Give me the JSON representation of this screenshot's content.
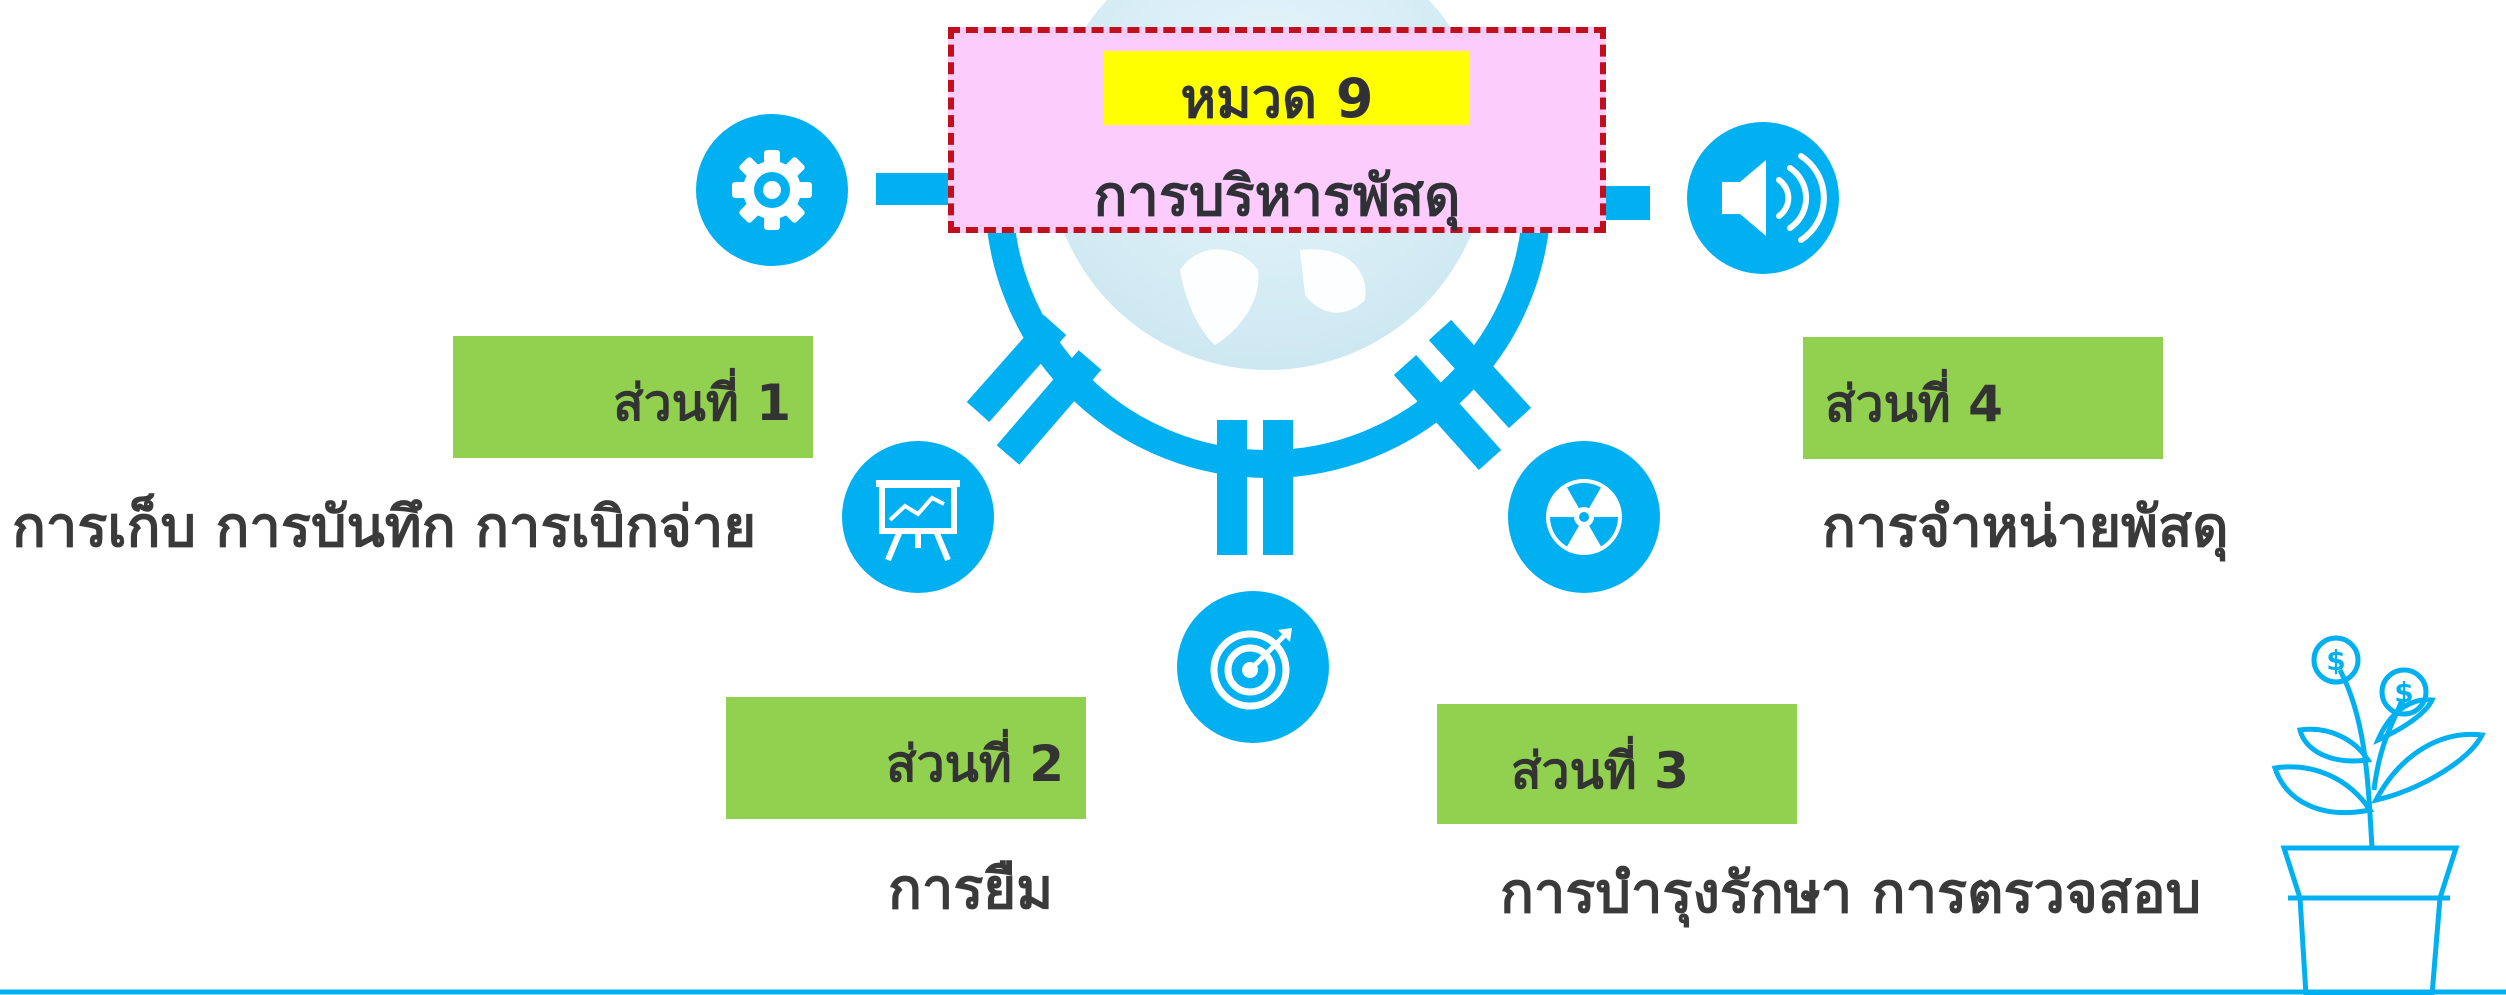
{
  "title": {
    "chapter": "หมวด 9",
    "name": "การบริหารพัสดุ"
  },
  "sections": [
    {
      "label": "ส่วนที่ 1",
      "description": "การเก็บ การบันทึก การเบิกจ่าย",
      "icon": "presentation-chart-icon"
    },
    {
      "label": "ส่วนที่ 2",
      "description": "การยืม",
      "icon": "target-icon"
    },
    {
      "label": "ส่วนที่ 3",
      "description": "การบำรุงรักษา การตรวจสอบ",
      "icon": "radiation-icon"
    },
    {
      "label": "ส่วนที่ 4",
      "description": "การจำหน่ายพัสดุ",
      "icon": "speaker-icon"
    }
  ],
  "decorations": {
    "top_left_icon": "gear-icon",
    "corner_icon": "money-plant-icon",
    "globe": "globe-icon"
  },
  "colors": {
    "accent": "#00b0f0",
    "label_bg": "#92d050",
    "title_bg": "#fcccfc",
    "title_border": "#c0101e",
    "title_highlight": "#ffff00"
  }
}
